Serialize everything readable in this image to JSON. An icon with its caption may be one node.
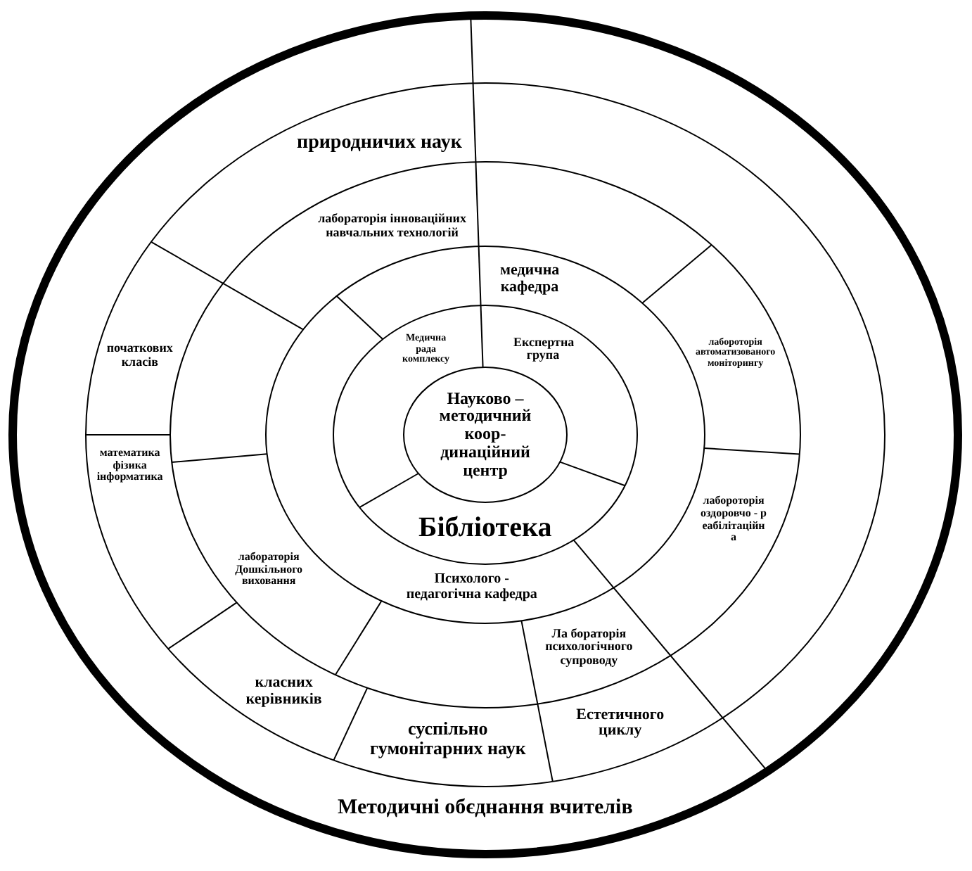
{
  "diagram": {
    "nodes": [
      {
        "text": [
          "Науково – методичний коор- динаційний центр"
        ]
      },
      {
        "text": [
          "Експертна група"
        ]
      },
      {
        "text": [
          "Бібліотека"
        ]
      },
      {
        "text": [
          "Медична рада комплексу"
        ]
      },
      {
        "text": [
          "медична кафедра"
        ]
      },
      {
        "text": [
          "Психолого - педагогічна кафедра"
        ]
      },
      {
        "text": [
          "лабороторія автоматизованого моніторингу"
        ]
      },
      {
        "text": [
          "лабороторія оздоровчо - р еабілітаційн а"
        ]
      },
      {
        "text": [
          "Ла бораторія психологічного супроводу"
        ]
      },
      {
        "text": [
          "лабораторія Дошкільного виховання"
        ]
      },
      {
        "text": [
          "лабораторія інноваційних навчальних технологій"
        ]
      },
      {
        "text": [
          "Естетичного циклу"
        ]
      },
      {
        "text": [
          "суспільно гумонітарних наук"
        ]
      },
      {
        "text": [
          "класних керівників"
        ]
      },
      {
        "text": [
          "математика фізика інформатика"
        ]
      },
      {
        "text": [
          "початкових класів"
        ]
      },
      {
        "text": [
          "природничих наук"
        ]
      },
      {
        "text": [
          "Методичні обєднання вчителів"
        ]
      }
    ]
  }
}
